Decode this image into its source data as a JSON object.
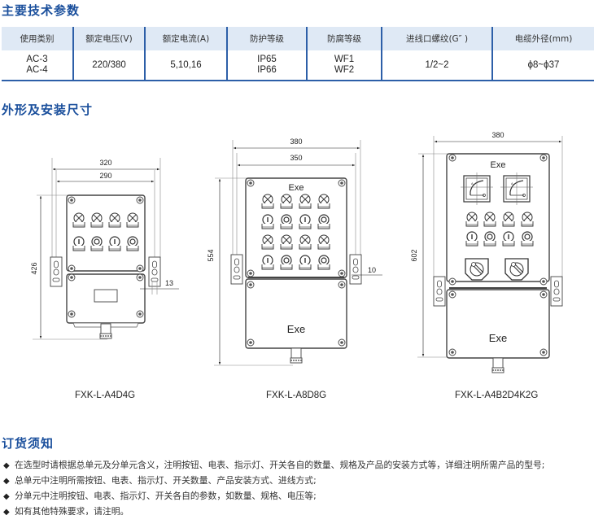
{
  "sections": {
    "spec_title": "主要技术参数",
    "dimension_title": "外形及安装尺寸",
    "order_title": "订货须知"
  },
  "spec_table": {
    "headers": [
      "使用类别",
      "额定电压(V)",
      "额定电流(A)",
      "防护等级",
      "防腐等级",
      "进线口螺纹(G″ )",
      "电缆外径(mm)"
    ],
    "row": [
      [
        "AC-3",
        "AC-4"
      ],
      [
        "220/380"
      ],
      [
        "5,10,16"
      ],
      [
        "IP65",
        "IP66"
      ],
      [
        "WF1",
        "WF2"
      ],
      [
        "1/2~2"
      ],
      [
        "ϕ8~ϕ37"
      ]
    ]
  },
  "drawings": [
    {
      "model": "FXK-L-A4D4G",
      "dims": {
        "outer_width": "320",
        "inner_width": "290",
        "height": "426",
        "bracket": "13"
      },
      "label": "",
      "upper_label": ""
    },
    {
      "model": "FXK-L-A8D8G",
      "dims": {
        "outer_width": "380",
        "inner_width": "350",
        "height": "554",
        "bracket": "10"
      },
      "upper_label": "Exe",
      "lower_label": "Exe"
    },
    {
      "model": "FXK-L-A4B2D4K2G",
      "dims": {
        "outer_width": "380",
        "height": "602"
      },
      "upper_label": "Exe",
      "lower_label": "Exe",
      "meter_label": "A"
    }
  ],
  "notes": {
    "bullet_icon": "◆",
    "items": [
      "在选型时请根据总单元及分单元含义，注明按钮、电表、指示灯、开关各自的数量、规格及产品的安装方式等，详细注明所需产品的型号;",
      "总单元中注明所需按钮、电表、指示灯、开关数量、产品安装方式、进线方式;",
      "分单元中注明按钮、电表、指示灯、开关各自的参数，如数量、规格、电压等;",
      "如有其他特殊要求，请注明。"
    ]
  }
}
